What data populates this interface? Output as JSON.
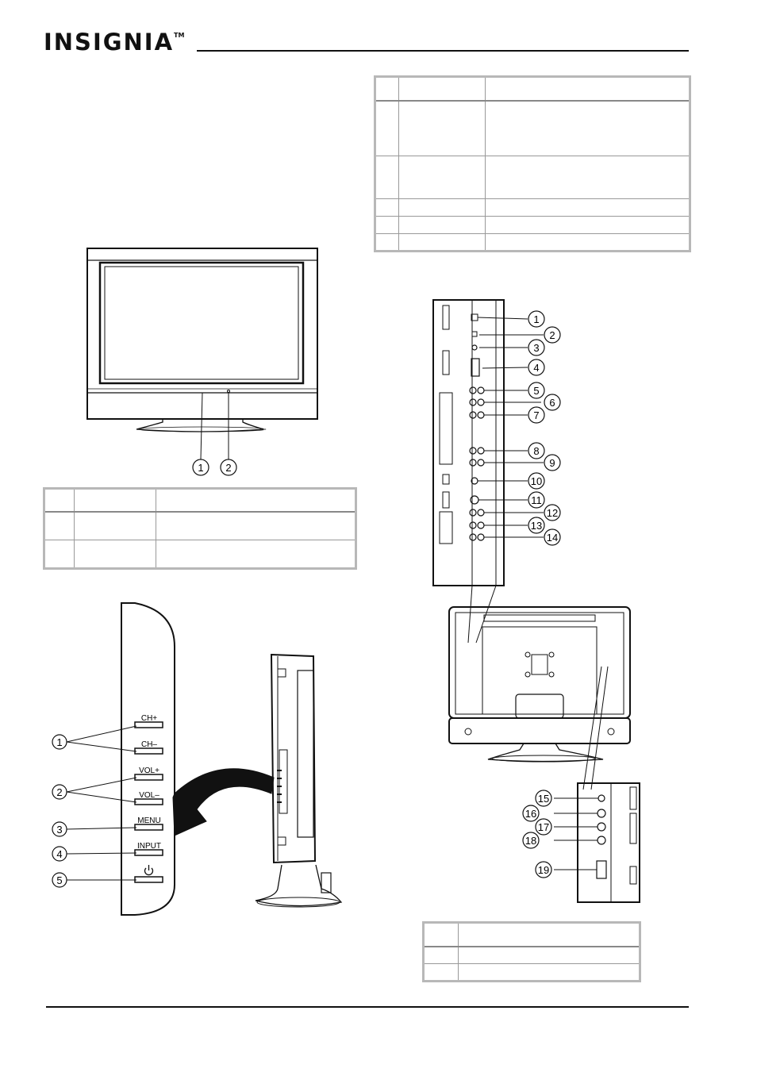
{
  "header": {
    "brand": "INSIGNIA",
    "trademark": "TM"
  },
  "front_table": {
    "rows": [
      {
        "h": 29,
        "cells": [
          "",
          "",
          ""
        ]
      },
      {
        "h": 36,
        "cells": [
          "",
          "",
          ""
        ]
      },
      {
        "h": 36,
        "cells": [
          "",
          "",
          ""
        ]
      }
    ]
  },
  "back_table": {
    "rows": [
      {
        "h": 30,
        "cells": [
          "",
          "",
          ""
        ]
      },
      {
        "h": 70,
        "cells": [
          "",
          "",
          ""
        ]
      },
      {
        "h": 54,
        "cells": [
          "",
          "",
          ""
        ]
      },
      {
        "h": 22,
        "cells": [
          "",
          "",
          ""
        ]
      },
      {
        "h": 22,
        "cells": [
          "",
          "",
          ""
        ]
      },
      {
        "h": 22,
        "cells": [
          "",
          "",
          ""
        ]
      }
    ]
  },
  "side_conn_table": {
    "rows": [
      {
        "h": 30,
        "cells": [
          "",
          ""
        ]
      },
      {
        "h": 22,
        "cells": [
          "",
          ""
        ]
      },
      {
        "h": 22,
        "cells": [
          "",
          ""
        ]
      }
    ]
  },
  "front_callouts": [
    "1",
    "2"
  ],
  "side_button_labels": [
    "CH+",
    "CH–",
    "VOL+",
    "VOL–",
    "MENU",
    "INPUT"
  ],
  "side_callouts": [
    "1",
    "2",
    "3",
    "4",
    "5"
  ],
  "back_callouts": [
    "1",
    "2",
    "3",
    "4",
    "5",
    "6",
    "7",
    "8",
    "9",
    "10",
    "11",
    "12",
    "13",
    "14"
  ],
  "side_panel_callouts": [
    "15",
    "16",
    "17",
    "18",
    "19"
  ]
}
